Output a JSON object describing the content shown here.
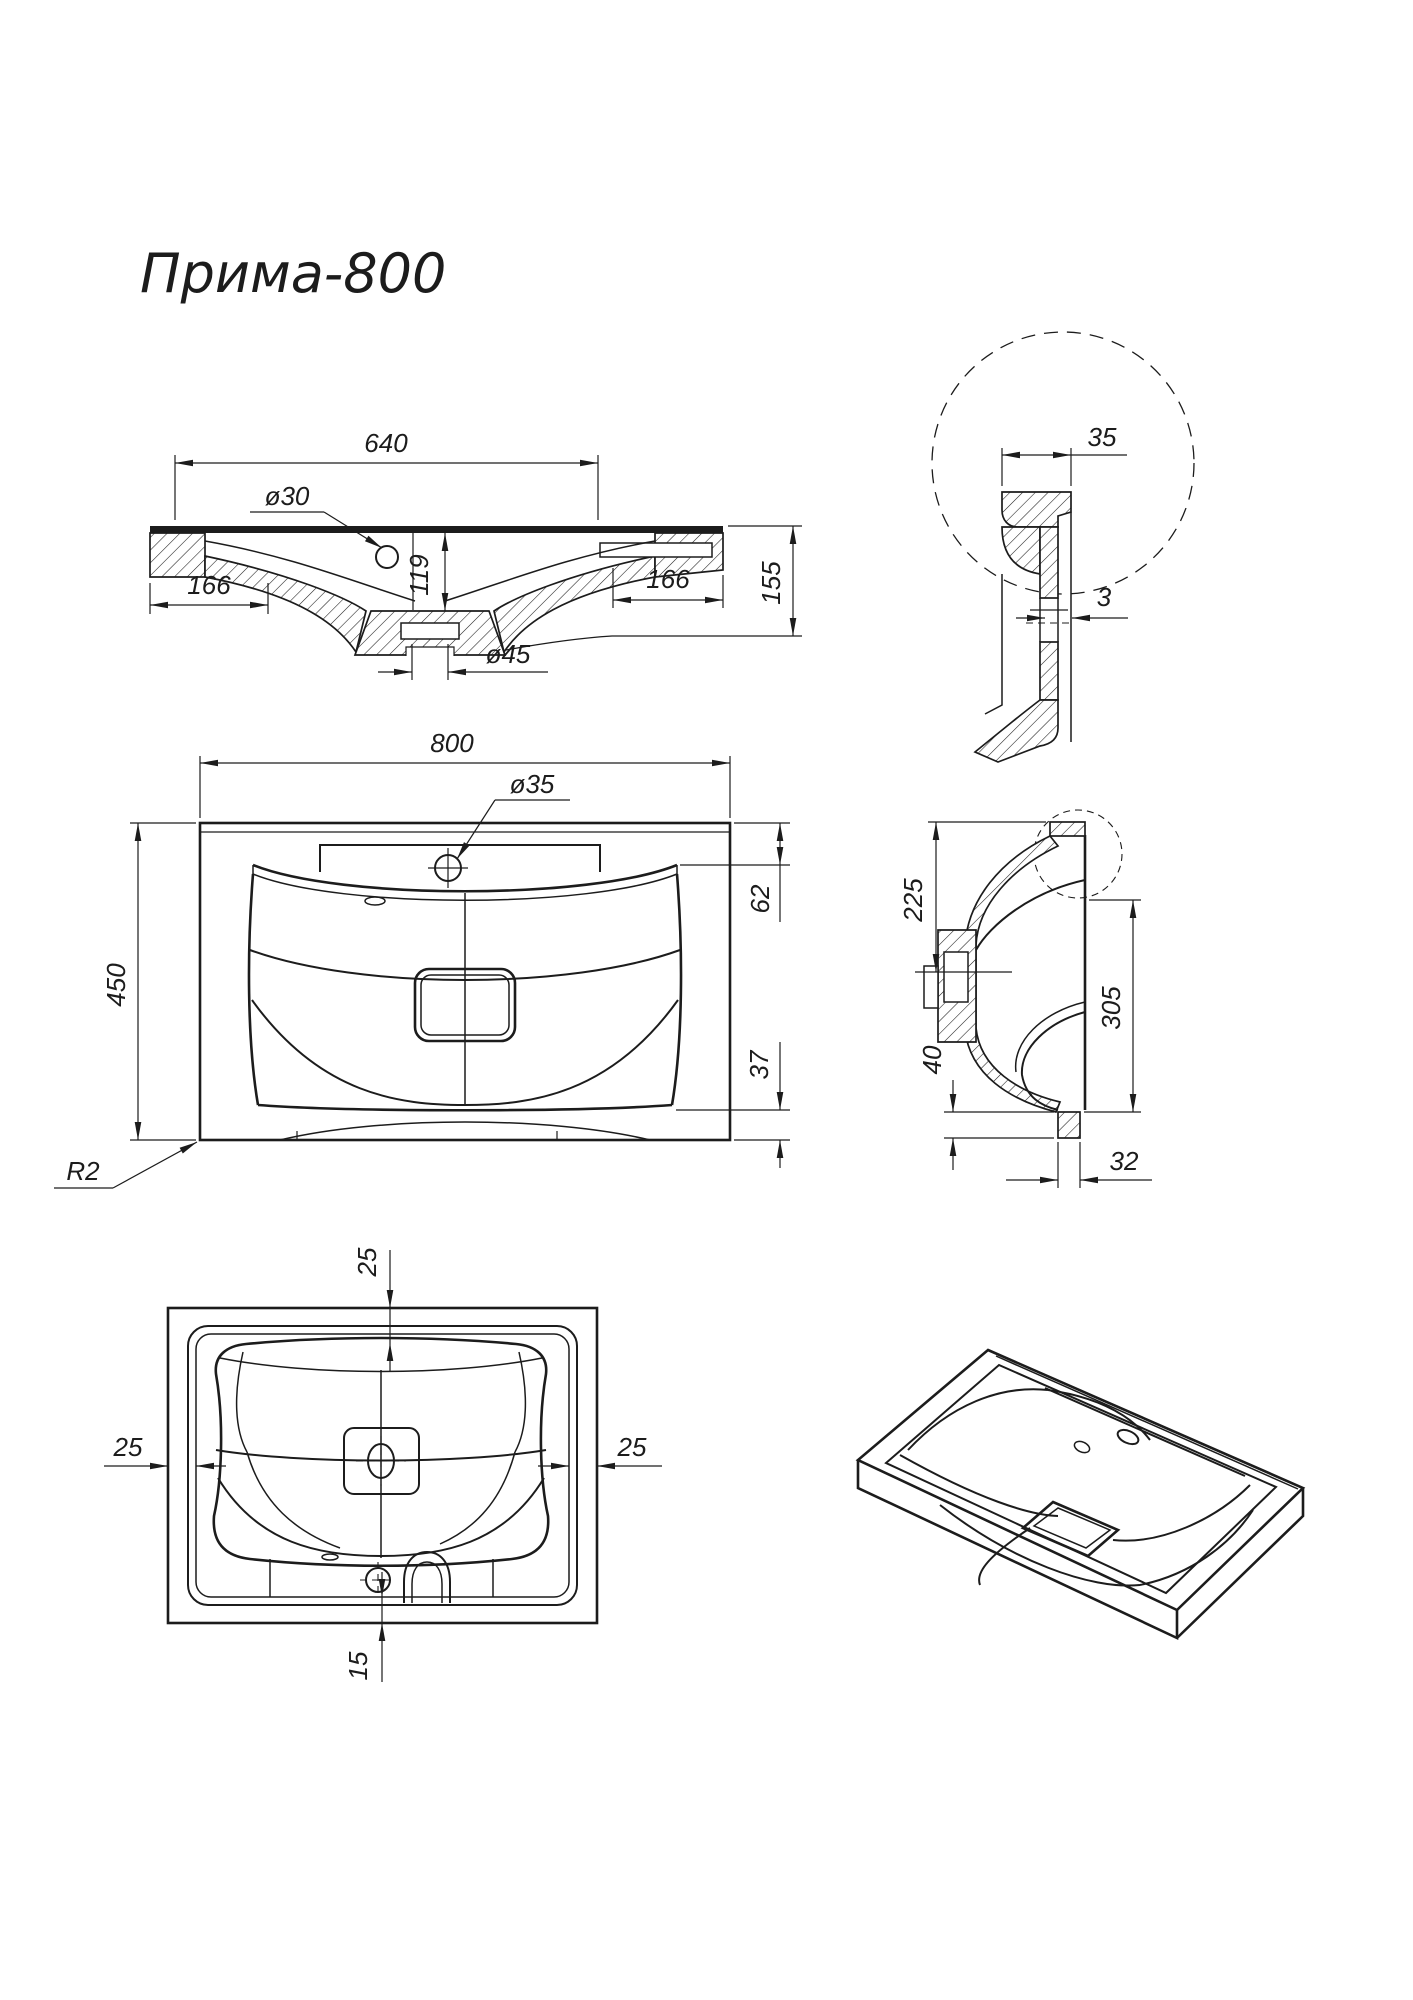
{
  "title": "Прима-800",
  "line_color": "#1c1c1c",
  "views": {
    "front_section": {
      "dims": {
        "basin_width": "640",
        "faucet_hole": "ø30",
        "bowl_depth": "119",
        "left_flat": "166",
        "right_flat": "166",
        "drain_hole": "ø45",
        "total_height": "155"
      }
    },
    "rim_detail": {
      "dims": {
        "rim_width": "35",
        "wall_gap": "3"
      }
    },
    "plan": {
      "dims": {
        "total_width": "800",
        "faucet_hole": "ø35",
        "total_depth": "450",
        "back_offset": "62",
        "front_offset": "37",
        "corner_radius": "R2"
      }
    },
    "side_section": {
      "dims": {
        "back_to_drain": "225",
        "drain_span": "305",
        "bottom_step": "40",
        "front_lip": "32"
      }
    },
    "bottom_view": {
      "dims": {
        "top_inset": "25",
        "left_inset": "25",
        "right_inset": "25",
        "bottom_inset": "15"
      }
    }
  }
}
